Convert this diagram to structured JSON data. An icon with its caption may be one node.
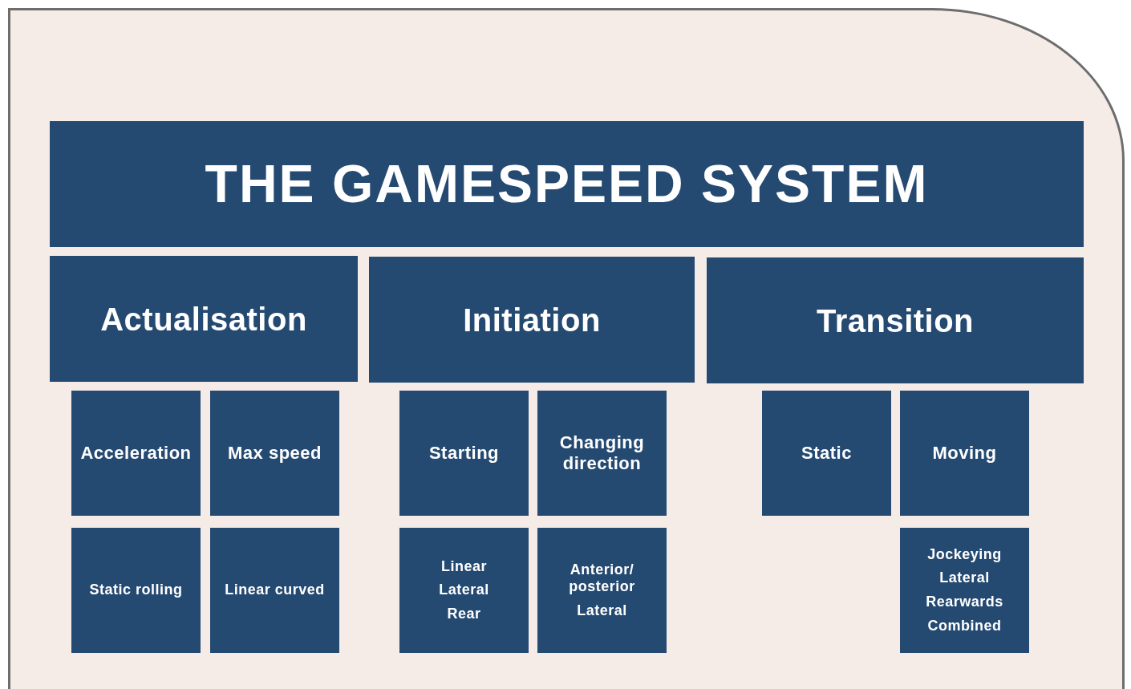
{
  "diagram": {
    "nodes": [
      {
        "text": [
          "THE GAMESPEED SYSTEM"
        ]
      },
      {
        "text": [
          "Actualisation"
        ]
      },
      {
        "text": [
          "Initiation"
        ]
      },
      {
        "text": [
          "Transition"
        ]
      },
      {
        "text": [
          "Acceleration"
        ]
      },
      {
        "text": [
          "Max speed"
        ]
      },
      {
        "text": [
          "Starting"
        ]
      },
      {
        "text": [
          "Changing direction"
        ]
      },
      {
        "text": [
          "Static"
        ]
      },
      {
        "text": [
          "Moving"
        ]
      },
      {
        "text": [
          "Static rolling"
        ]
      },
      {
        "text": [
          "Linear curved"
        ]
      },
      {
        "text": [
          "Linear",
          "Lateral",
          "Rear"
        ]
      },
      {
        "text": [
          "Anterior/ posterior",
          "Lateral"
        ]
      },
      {
        "text": [
          "Jockeying",
          "Lateral",
          "Rearwards",
          "Combined"
        ]
      }
    ]
  }
}
